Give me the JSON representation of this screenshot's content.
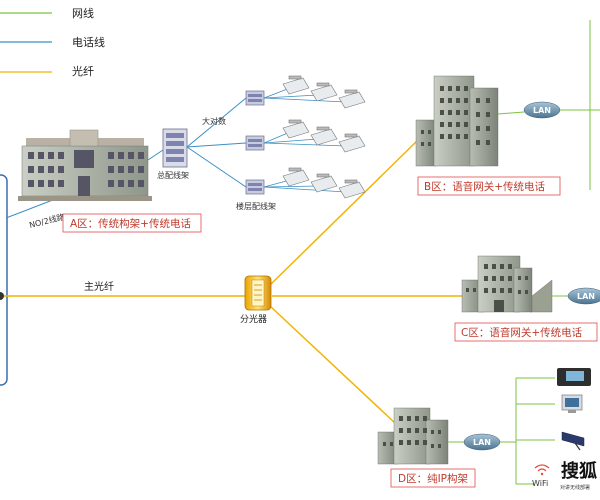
{
  "legend": [
    {
      "label": "网线",
      "color": "#7dc242"
    },
    {
      "label": "电话线",
      "color": "#3b8fc4"
    },
    {
      "label": "光纤",
      "color": "#f0b400"
    }
  ],
  "labels": {
    "main_fiber": "主光纤",
    "splitter": "分光器",
    "big_pairs": "大对数",
    "main_frame": "总配线架",
    "floor_frame": "楼层配线架",
    "outside_line": "NO/2线路"
  },
  "zones": {
    "a": "A区：传统构架+传统电话",
    "b": "B区：语音网关+传统电话",
    "c": "C区：语音网关+传统电话",
    "d": "D区：纯IP构架"
  },
  "lan": "LAN",
  "wifi": "WiFi",
  "watermark": {
    "text": "搜狐",
    "sub": "对讲无线部署"
  },
  "icons": [
    "building-icon",
    "distribution-frame-icon",
    "phone-icon",
    "splitter-icon",
    "ip-phone-icon",
    "computer-icon",
    "camera-icon",
    "wifi-icon"
  ]
}
